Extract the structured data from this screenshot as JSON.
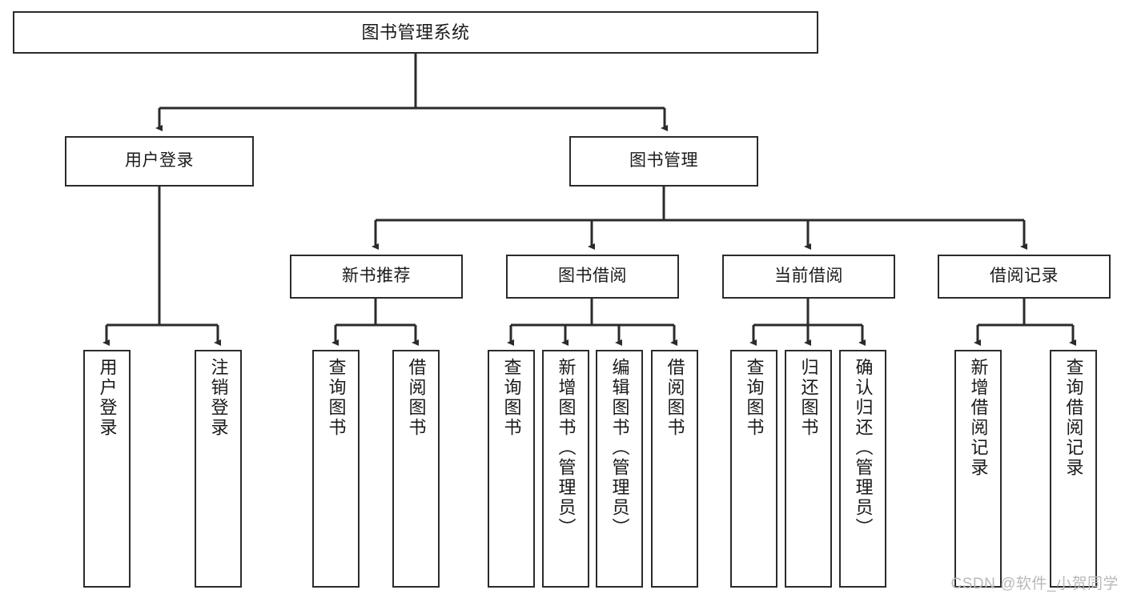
{
  "diagram": {
    "type": "tree",
    "title": "图书管理系统",
    "watermark": "CSDN @软件_小贺同学",
    "colors": {
      "stroke": "#2b2b2b",
      "fill": "#ffffff",
      "text": "#1a1a1a",
      "watermark": "#b9b9b9"
    },
    "root": {
      "label": "图书管理系统"
    },
    "level2": [
      {
        "label": "用户登录"
      },
      {
        "label": "图书管理"
      }
    ],
    "level3": [
      {
        "label": "新书推荐"
      },
      {
        "label": "图书借阅"
      },
      {
        "label": "当前借阅"
      },
      {
        "label": "借阅记录"
      }
    ],
    "leaves": [
      {
        "label": "用户登录",
        "parent": "用户登录"
      },
      {
        "label": "注销登录",
        "parent": "用户登录"
      },
      {
        "label": "查询图书",
        "parent": "新书推荐"
      },
      {
        "label": "借阅图书",
        "parent": "新书推荐"
      },
      {
        "label": "查询图书",
        "parent": "图书借阅"
      },
      {
        "label": "新增图书（管理员）",
        "parent": "图书借阅"
      },
      {
        "label": "编辑图书（管理员）",
        "parent": "图书借阅"
      },
      {
        "label": "借阅图书",
        "parent": "图书借阅"
      },
      {
        "label": "查询图书",
        "parent": "当前借阅"
      },
      {
        "label": "归还图书",
        "parent": "当前借阅"
      },
      {
        "label": "确认归还（管理员）",
        "parent": "当前借阅"
      },
      {
        "label": "新增借阅记录",
        "parent": "借阅记录"
      },
      {
        "label": "查询借阅记录",
        "parent": "借阅记录"
      }
    ]
  }
}
